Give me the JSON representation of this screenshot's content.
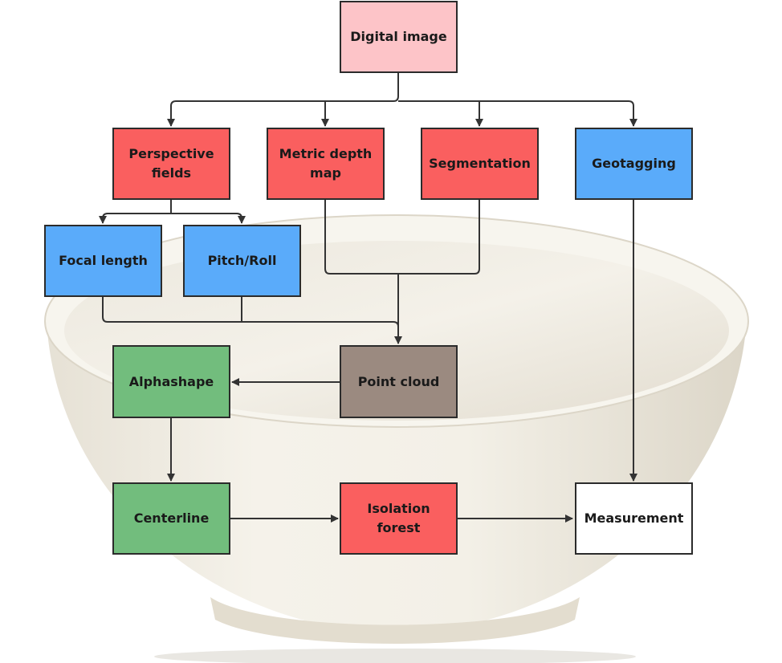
{
  "diagram": {
    "nodes": {
      "digital_image": "Digital image",
      "perspective_fields": "Perspective fields",
      "metric_depth_map": "Metric depth map",
      "segmentation": "Segmentation",
      "geotagging": "Geotagging",
      "focal_length": "Focal length",
      "pitch_roll": "Pitch/Roll",
      "point_cloud": "Point cloud",
      "alphashape": "Alphashape",
      "centerline": "Centerline",
      "isolation_forest": "Isolation forest",
      "measurement": "Measurement"
    },
    "edges": [
      {
        "from": "digital_image",
        "to": "perspective_fields"
      },
      {
        "from": "digital_image",
        "to": "metric_depth_map"
      },
      {
        "from": "digital_image",
        "to": "segmentation"
      },
      {
        "from": "digital_image",
        "to": "geotagging"
      },
      {
        "from": "perspective_fields",
        "to": "focal_length"
      },
      {
        "from": "perspective_fields",
        "to": "pitch_roll"
      },
      {
        "from": "metric_depth_map",
        "to": "point_cloud"
      },
      {
        "from": "segmentation",
        "to": "point_cloud"
      },
      {
        "from": "focal_length",
        "to": "point_cloud"
      },
      {
        "from": "pitch_roll",
        "to": "point_cloud"
      },
      {
        "from": "point_cloud",
        "to": "alphashape"
      },
      {
        "from": "alphashape",
        "to": "centerline"
      },
      {
        "from": "centerline",
        "to": "isolation_forest"
      },
      {
        "from": "isolation_forest",
        "to": "measurement"
      },
      {
        "from": "geotagging",
        "to": "measurement"
      }
    ],
    "colors": {
      "process_red": "#fa5f5f",
      "input_pink": "#fdc4c8",
      "camera_blue": "#5aabfa",
      "geometry_green": "#72bd7d",
      "cloud_brown": "#9b8a80",
      "output_white": "#ffffff",
      "connector": "#333333"
    },
    "background_image": "ceramic-bowl"
  }
}
